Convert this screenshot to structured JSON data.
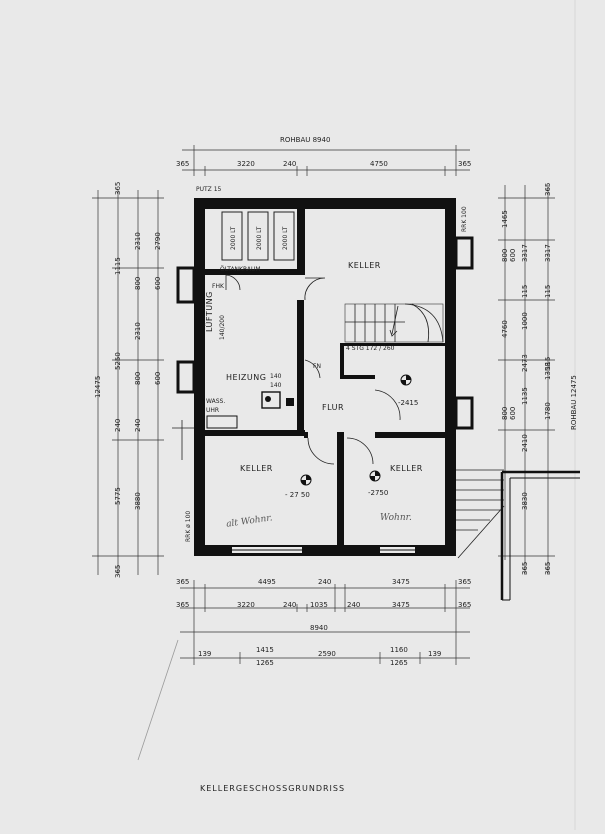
{
  "page": {
    "title": "KELLERGESCHOSSGRUNDRISS",
    "colors": {
      "paper": "#e9e9e9",
      "ink": "#111111"
    }
  },
  "overall": {
    "rohbau_top": "ROHBAU  8940",
    "rohbau_right": "ROHBAU  12475",
    "putz": "PUTZ 15",
    "rrk_top": "RRK 100",
    "rrk_bottom": "RRK ø 100"
  },
  "dims_top": [
    "365",
    "3220",
    "240",
    "4750",
    "365"
  ],
  "dims_bottom_row1": [
    "365",
    "4495",
    "240",
    "3475",
    "365"
  ],
  "dims_bottom_row2": [
    "365",
    "3220",
    "240",
    "1035",
    "240",
    "3475",
    "365"
  ],
  "dims_bottom_total": "8940",
  "dims_bottom_row3": [
    "139",
    "1415",
    "1265",
    "2590",
    "1160",
    "1265",
    "139"
  ],
  "dims_left_outer": [
    "365",
    "12475",
    "365"
  ],
  "dims_left_mid": [
    "1115",
    "5250",
    "240",
    "5775"
  ],
  "dims_left_inner": [
    "2310",
    "2790",
    "800",
    "600",
    "2310",
    "800",
    "600",
    "240",
    "3880"
  ],
  "dims_right_inner": [
    "1465",
    "800",
    "600",
    "3317",
    "115",
    "4760",
    "1000",
    "2473",
    "1135",
    "800",
    "600",
    "2410",
    "3830",
    "365"
  ],
  "dims_right_outer": [
    "365",
    "3317",
    "115",
    "1358",
    "1780",
    "115",
    "365"
  ],
  "rooms": {
    "oltank": "ÖLTANKRAUM",
    "keller_ne": "KELLER",
    "lueftung": "LÜFTUNG",
    "lueftung_size": "140/200",
    "fhk": "FHK",
    "fn": "FN",
    "heizung": "HEIZUNG",
    "heizung_size_a": "140",
    "heizung_size_b": "140",
    "wass": "WASS.",
    "uhr": "UHR",
    "flur": "FLUR",
    "stair": "4 STG  172 / 260",
    "level_stair": "-2415",
    "keller_sw": "KELLER",
    "level_sw": "- 27 50",
    "keller_se": "KELLER",
    "level_se": "-2750",
    "tank_label": "2000 LT"
  },
  "handwriting": {
    "left": "alt Wohnr.",
    "right": "Wohnr."
  }
}
